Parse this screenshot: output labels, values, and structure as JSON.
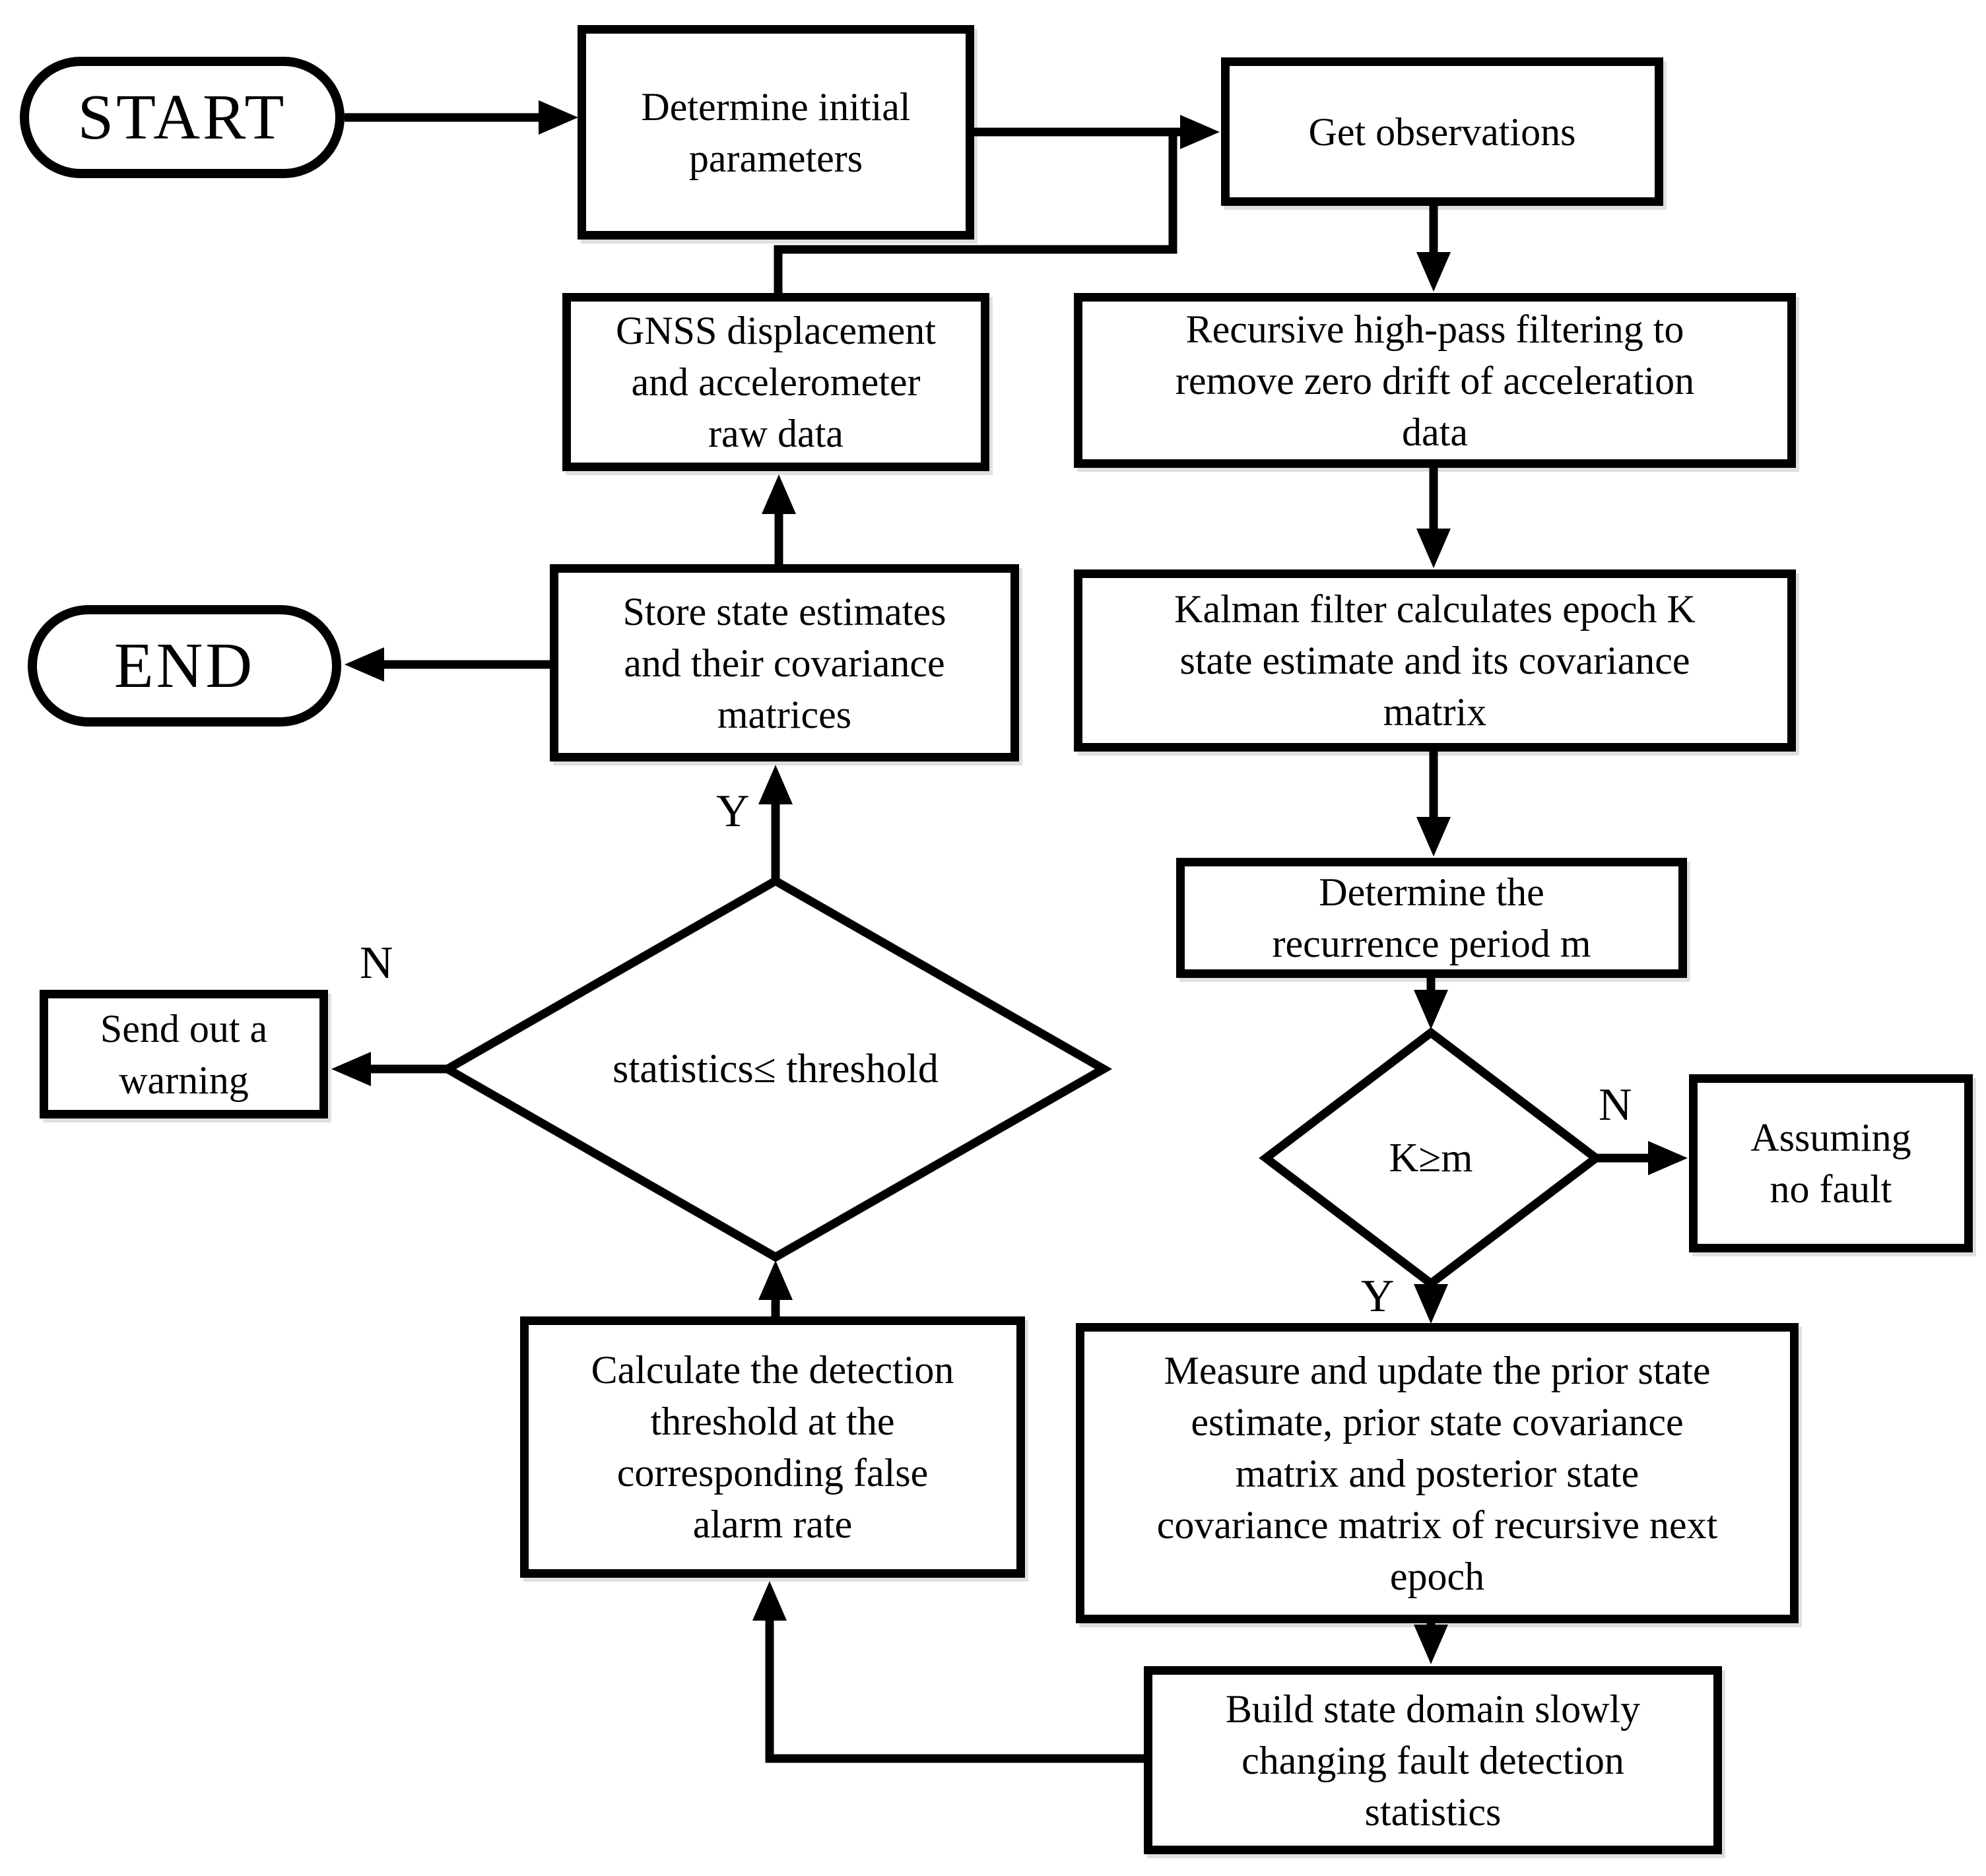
{
  "diagram": {
    "colors": {
      "line": "#000000",
      "fill": "#ffffff",
      "text": "#000000"
    },
    "nodes": {
      "start": {
        "type": "terminator",
        "lines": [
          "START"
        ]
      },
      "determine_initial": {
        "type": "process",
        "lines": [
          "Determine initial",
          "parameters"
        ]
      },
      "get_observations": {
        "type": "process",
        "lines": [
          "Get observations"
        ]
      },
      "gnss_raw": {
        "type": "process",
        "lines": [
          "GNSS displacement",
          "and accelerometer",
          "raw data"
        ]
      },
      "recursive_filter": {
        "type": "process",
        "lines": [
          "Recursive high-pass filtering to",
          "remove zero drift of acceleration",
          "data"
        ]
      },
      "store_estimates": {
        "type": "process",
        "lines": [
          "Store state estimates",
          "and their covariance",
          "matrices"
        ]
      },
      "end": {
        "type": "terminator",
        "lines": [
          "END"
        ]
      },
      "kalman": {
        "type": "process",
        "lines": [
          "Kalman filter calculates epoch K",
          "state estimate and its covariance",
          "matrix"
        ]
      },
      "determine_recurrence": {
        "type": "process",
        "lines": [
          "Determine the",
          "recurrence period m"
        ]
      },
      "k_ge_m": {
        "type": "decision",
        "lines": [
          "K≥m"
        ]
      },
      "assuming_no_fault": {
        "type": "process",
        "lines": [
          "Assuming",
          "no fault"
        ]
      },
      "statistics_threshold": {
        "type": "decision",
        "lines": [
          "statistics≤ threshold"
        ]
      },
      "send_warning": {
        "type": "process",
        "lines": [
          "Send out a",
          "warning"
        ]
      },
      "calculate_threshold": {
        "type": "process",
        "lines": [
          "Calculate the detection",
          "threshold at the",
          "corresponding false",
          "alarm rate"
        ]
      },
      "measure_update": {
        "type": "process",
        "lines": [
          "Measure and update the prior state",
          "estimate, prior state covariance",
          "matrix and posterior state",
          "covariance matrix of recursive next",
          "epoch"
        ]
      },
      "build_statistics": {
        "type": "process",
        "lines": [
          "Build state domain slowly",
          "changing fault detection",
          "statistics"
        ]
      }
    },
    "edge_labels": {
      "k_ge_m_no": "N",
      "k_ge_m_yes": "Y",
      "statistics_yes": "Y",
      "statistics_no": "N"
    }
  }
}
